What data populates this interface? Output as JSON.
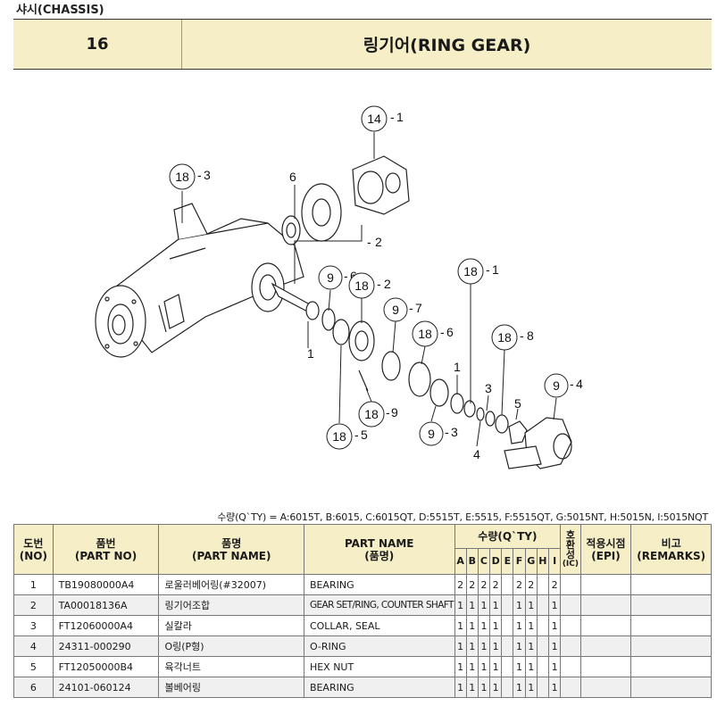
{
  "section": "샤시(CHASSIS)",
  "header": {
    "no": "16",
    "title": "링기어(RING GEAR)"
  },
  "diagram_labels": [
    {
      "num": "14",
      "sub": "1"
    },
    {
      "num": "18",
      "sub": "3"
    },
    {
      "num": "",
      "sub": "6"
    },
    {
      "num": "",
      "sub": "2"
    },
    {
      "num": "9",
      "sub": "6"
    },
    {
      "num": "18",
      "sub": "2"
    },
    {
      "num": "9",
      "sub": "7"
    },
    {
      "num": "18",
      "sub": "1"
    },
    {
      "num": "18",
      "sub": "6"
    },
    {
      "num": "18",
      "sub": "8"
    },
    {
      "num": "",
      "sub": "1"
    },
    {
      "num": "",
      "sub": "1"
    },
    {
      "num": "",
      "sub": "3"
    },
    {
      "num": "",
      "sub": "5"
    },
    {
      "num": "9",
      "sub": "4"
    },
    {
      "num": "18",
      "sub": "9"
    },
    {
      "num": "9",
      "sub": "3"
    },
    {
      "num": "18",
      "sub": "5"
    },
    {
      "num": "",
      "sub": "4"
    }
  ],
  "qty_note": "수량(Q`TY) = A:6015T, B:6015, C:6015QT, D:5515T, E:5515, F:5515QT, G:5015NT, H:5015N, I:5015NQT",
  "table": {
    "headers": {
      "no": [
        "도번",
        "(NO)"
      ],
      "part_no": [
        "품번",
        "(PART NO)"
      ],
      "part_name_kr": [
        "품명",
        "(PART NAME)"
      ],
      "part_name_en": [
        "PART NAME",
        "(품명)"
      ],
      "qty": "수량(Q`TY)",
      "qty_cols": [
        "A",
        "B",
        "C",
        "D",
        "E",
        "F",
        "G",
        "H",
        "I"
      ],
      "ic": [
        "호",
        "환",
        "성",
        "(IC)"
      ],
      "epi": [
        "적용시점",
        "(EPI)"
      ],
      "remarks": [
        "비고",
        "(REMARKS)"
      ]
    },
    "rows": [
      {
        "no": "1",
        "part_no": "TB19080000A4",
        "name_kr": "로울러베어링(#32007)",
        "name_en": "BEARING",
        "qty": [
          "2",
          "2",
          "2",
          "2",
          "",
          "2",
          "2",
          "",
          "2"
        ]
      },
      {
        "no": "2",
        "part_no": "TA00018136A",
        "name_kr": "링기어조합",
        "name_en": "GEAR SET/RING, COUNTER SHAFT",
        "qty": [
          "1",
          "1",
          "1",
          "1",
          "",
          "1",
          "1",
          "",
          "1"
        ]
      },
      {
        "no": "3",
        "part_no": "FT12060000A4",
        "name_kr": "실칼라",
        "name_en": "COLLAR, SEAL",
        "qty": [
          "1",
          "1",
          "1",
          "1",
          "",
          "1",
          "1",
          "",
          "1"
        ]
      },
      {
        "no": "4",
        "part_no": "24311-000290",
        "name_kr": "O링(P형)",
        "name_en": "O-RING",
        "qty": [
          "1",
          "1",
          "1",
          "1",
          "",
          "1",
          "1",
          "",
          "1"
        ]
      },
      {
        "no": "5",
        "part_no": "FT12050000B4",
        "name_kr": "육각너트",
        "name_en": "HEX NUT",
        "qty": [
          "1",
          "1",
          "1",
          "1",
          "",
          "1",
          "1",
          "",
          "1"
        ]
      },
      {
        "no": "6",
        "part_no": "24101-060124",
        "name_kr": "볼베어링",
        "name_en": "BEARING",
        "qty": [
          "1",
          "1",
          "1",
          "1",
          "",
          "1",
          "1",
          "",
          "1"
        ]
      }
    ]
  }
}
